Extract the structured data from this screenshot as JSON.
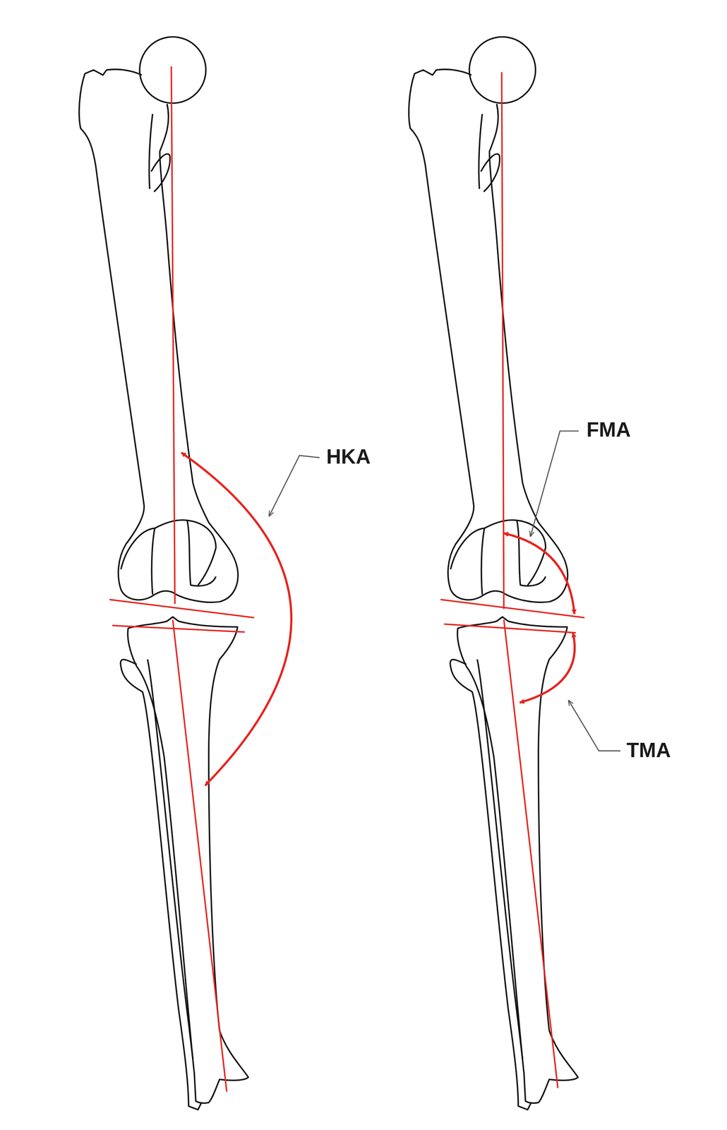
{
  "diagram": {
    "labels": [
      "HKA",
      "FMA",
      "TMA"
    ]
  }
}
